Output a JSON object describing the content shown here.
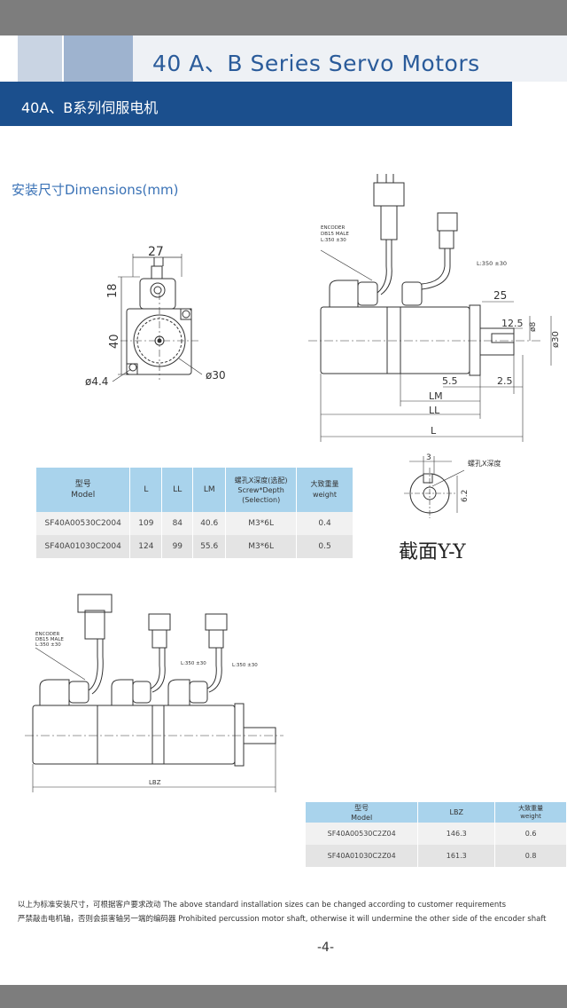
{
  "header": {
    "title": "40 A、B Series Servo Motors",
    "subtitle": "40A、B系列伺服电机"
  },
  "section_title": "安装尺寸Dimensions(mm)",
  "front_view": {
    "dim_width": "27",
    "dim_shaft": "18",
    "dim_flange": "40",
    "dim_hole": "ø4.4",
    "dim_pilot": "ø30"
  },
  "side_view": {
    "encoder_label": [
      "ENCODER",
      "DB15 MALE",
      "L:350 ±30"
    ],
    "cable_label": "L:350 ±30",
    "dim_25": "25",
    "dim_12_5": "12.5",
    "dim_d8": "ø8",
    "dim_d30": "ø30",
    "dim_5_5": "5.5",
    "dim_2_5": "2.5",
    "dim_lm": "LM",
    "dim_ll": "LL",
    "dim_l": "L"
  },
  "table_a": {
    "headers": [
      "型号\nModel",
      "L",
      "LL",
      "LM",
      "螺孔X深度(选配)\nScrew*Depth\n(Selection)",
      "大致重量\nweight"
    ],
    "rows": [
      [
        "SF40A00530C2004",
        "109",
        "84",
        "40.6",
        "M3*6L",
        "0.4"
      ],
      [
        "SF40A01030C2004",
        "124",
        "99",
        "55.6",
        "M3*6L",
        "0.5"
      ]
    ]
  },
  "section_yy": {
    "dim_3": "3",
    "screw_label": "螺孔X深度",
    "dim_6_2": "6.2",
    "caption": "截面Y-Y"
  },
  "brake_view": {
    "encoder_label": [
      "ENCODER",
      "DB15 MALE",
      "L:350 ±30"
    ],
    "cable_label_1": "L:350 ±30",
    "cable_label_2": "L:350 ±30",
    "dim_lbz": "LBZ"
  },
  "table_b": {
    "headers": [
      "型号\nModel",
      "LBZ",
      "大致重量\nweight"
    ],
    "rows": [
      [
        "SF40A00530C2Z04",
        "146.3",
        "0.6"
      ],
      [
        "SF40A01030C2Z04",
        "161.3",
        "0.8"
      ]
    ]
  },
  "notes": [
    "以上为标准安装尺寸，可根据客户要求改动  The above standard installation sizes can be changed according to customer requirements",
    "严禁敲击电机轴，否则会损害轴另一端的编码器   Prohibited percussion motor shaft, otherwise it will undermine the other side of the encoder shaft"
  ],
  "page_number": "-4-"
}
